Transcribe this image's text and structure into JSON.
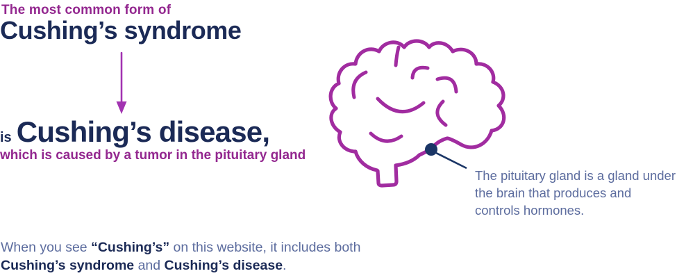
{
  "colors": {
    "purple": "#93278F",
    "navy": "#1B2A56",
    "arrow": "#A233B1",
    "brain": "#A12CA0",
    "muted_blue": "#5C6C9E",
    "marker_navy": "#1B3666",
    "background": "#FFFFFF"
  },
  "top": {
    "eyebrow": "The most common form of",
    "title": "Cushing’s syndrome"
  },
  "middle": {
    "lead_in": "is",
    "title": "Cushing’s disease,",
    "subtitle": "which is caused by a tumor in the pituitary gland"
  },
  "brain_note": {
    "text": "The pituitary gland is a gland under the brain that produces and controls hormones."
  },
  "footer": {
    "lines": [
      [
        {
          "text": "When you see ",
          "style": "muted"
        },
        {
          "text": "“Cushing’s”",
          "style": "strong"
        },
        {
          "text": " on this website, it includes both",
          "style": "muted"
        }
      ],
      [
        {
          "text": "Cushing’s syndrome",
          "style": "strong"
        },
        {
          "text": " and ",
          "style": "muted"
        },
        {
          "text": "Cushing’s disease",
          "style": "strong"
        },
        {
          "text": ".",
          "style": "muted"
        }
      ]
    ]
  },
  "icons": {
    "down_arrow": "down-arrow-icon",
    "brain": "brain-outline-icon",
    "pituitary_marker": "pituitary-dot-marker"
  }
}
